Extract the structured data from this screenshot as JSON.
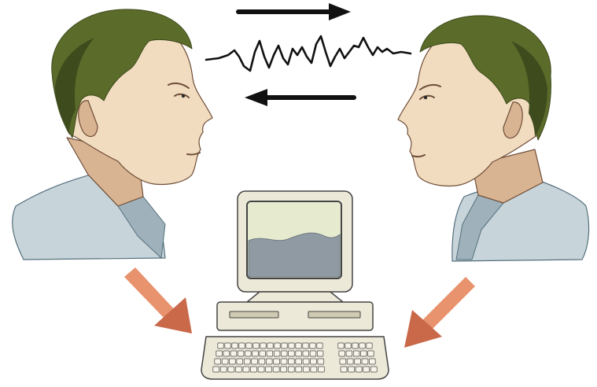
{
  "scene": {
    "colors": {
      "background": "#ffffff",
      "skin": "#f1dcc0",
      "skin_shade": "#d9b493",
      "skin_line": "#6f4e37",
      "hair": "#5a6b2a",
      "hair_dark": "#3e4b1c",
      "shirt": "#c7d4da",
      "shirt_shade": "#9fb2bb",
      "arrow": "#111111",
      "orange_arrow": "#e8926e",
      "orange_arrow_dark": "#c9694a",
      "computer_body": "#ece9d8",
      "computer_line": "#444444",
      "screen_bg": "#e6ebcf",
      "screen_wave": "#8f9aa3"
    },
    "icons": {
      "left_person": "person-profile-facing-right",
      "right_person": "person-profile-facing-left",
      "top_arrow": "arrow-right",
      "bottom_arrow": "arrow-left",
      "wave": "sound-waveform",
      "computer": "desktop-computer",
      "left_funnel_arrow": "arrow-down-right",
      "right_funnel_arrow": "arrow-down-left"
    }
  }
}
